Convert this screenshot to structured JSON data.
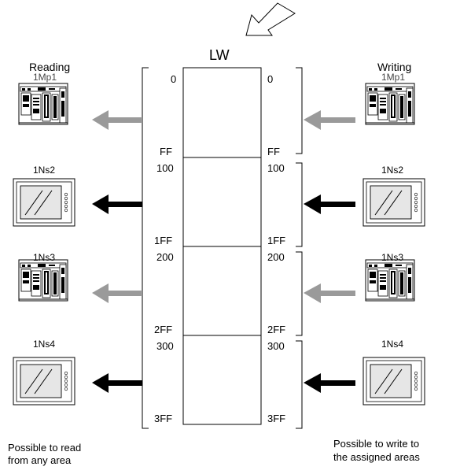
{
  "memory": {
    "name": "LW",
    "blocks": [
      {
        "start": "0",
        "end": "FF"
      },
      {
        "start": "100",
        "end": "1FF"
      },
      {
        "start": "200",
        "end": "2FF"
      },
      {
        "start": "300",
        "end": "3FF"
      }
    ]
  },
  "left": {
    "title": "Reading",
    "caption_line1": "Possible to read",
    "caption_line2": "from any area"
  },
  "right": {
    "title": "Writing",
    "caption_line1": "Possible to write to",
    "caption_line2": "the assigned areas"
  },
  "stations": [
    {
      "label": "1Mp1",
      "device": "plc-rack",
      "arrow_color": "#9a9a9a"
    },
    {
      "label": "1Ns2",
      "device": "touch-panel",
      "arrow_color": "#000000"
    },
    {
      "label": "1Ns3",
      "device": "plc-rack",
      "arrow_color": "#9a9a9a"
    },
    {
      "label": "1Ns4",
      "device": "touch-panel",
      "arrow_color": "#000000"
    }
  ]
}
